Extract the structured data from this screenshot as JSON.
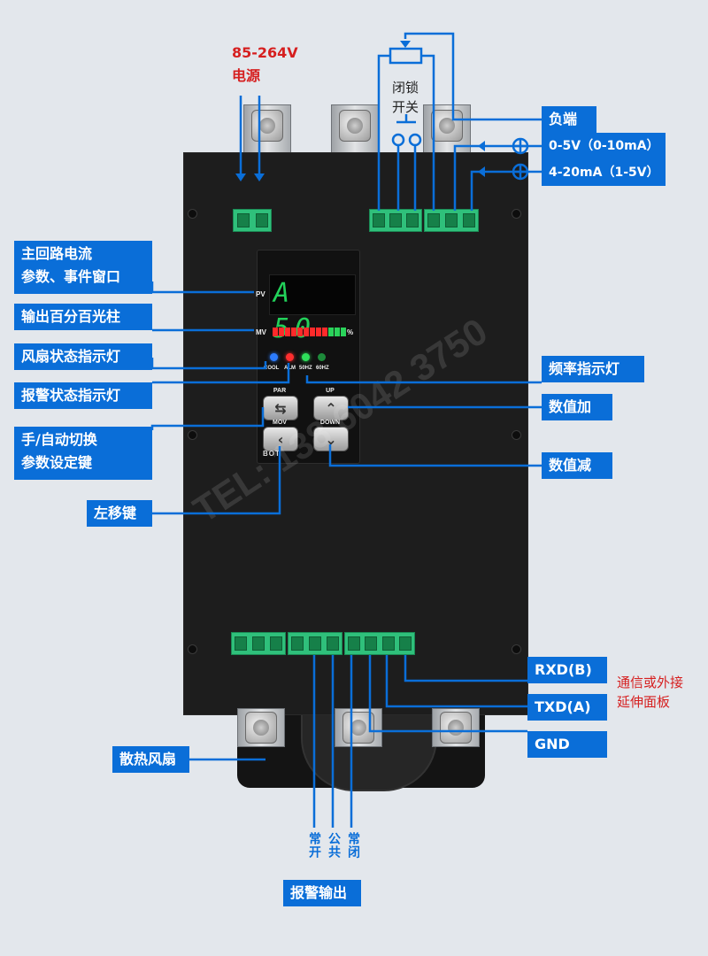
{
  "power_label": {
    "voltage": "85-264V",
    "name": "电源"
  },
  "lock_switch": {
    "line1": "闭锁",
    "line2": "开关"
  },
  "display": {
    "pv_tag": "PV",
    "mv_tag": "MV",
    "readout": "A 50",
    "percent": "%",
    "output_fraction": 0.5
  },
  "indicators": {
    "cool": "COOL",
    "alm": "ALM",
    "hz50": "50HZ",
    "hz60": "60HZ"
  },
  "keys": {
    "par": "PAR",
    "up": "UP",
    "mov": "MOV",
    "down": "DOWN",
    "brand": "BOT"
  },
  "watermark": "TEL: 138 6042 3750",
  "callouts": {
    "main_current": [
      "主回路电流",
      "参数、事件窗口"
    ],
    "output_bar": "输出百分百光柱",
    "fan_status": "风扇状态指示灯",
    "alarm_status": "报警状态指示灯",
    "mode_switch": [
      "手/自动切换",
      "参数设定键"
    ],
    "shift_left": "左移键",
    "heat_fan": "散热风扇",
    "alarm_output": "报警输出",
    "negative": "负端",
    "input_05v": "0-5V（0-10mA）",
    "input_420": "4-20mA（1-5V）",
    "freq_led": "频率指示灯",
    "value_up": "数值加",
    "value_down": "数值减",
    "rxd": "RXD(B)",
    "txd": "TXD(A)",
    "gnd": "GND"
  },
  "comm_note": [
    "通信或外接",
    "延伸面板"
  ],
  "relay_terms": {
    "no": "常开",
    "com": "公共",
    "nc": "常闭"
  },
  "colors": {
    "accent": "#0a6ed8",
    "note_red": "#d61f1f",
    "terminal_green": "#2fc07b"
  }
}
